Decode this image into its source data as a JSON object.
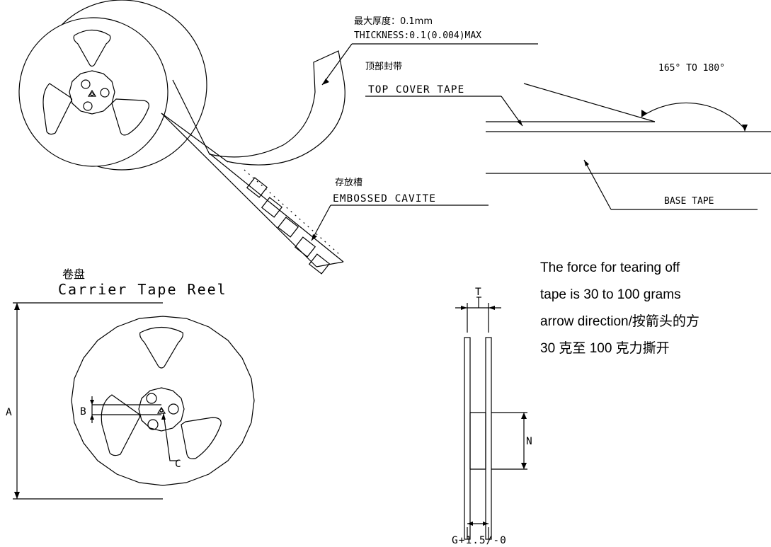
{
  "labels": {
    "thickness_cn": "最大厚度：0.1mm",
    "thickness_en": "THICKNESS:0.1(0.004)MAX",
    "top_cover_cn": "顶部封带",
    "top_cover_en": "TOP COVER TAPE",
    "angle": "165° TO 180°",
    "cavity_cn": "存放槽",
    "cavity_en": "EMBOSSED CAVITE",
    "base_tape": "BASE TAPE",
    "reel_cn": "卷盘",
    "reel_en": "Carrier Tape Reel",
    "dim_a": "A",
    "dim_b": "B",
    "dim_c": "C",
    "dim_t": "T",
    "dim_n": "N",
    "dim_g": "G+1.5/-0"
  },
  "note": {
    "line1": "The  force  for  tearing  off",
    "line2": "tape  is  30  to  100  grams",
    "line3": "arrow direction/按箭头的方",
    "line4": "30 克至 100 克力撕开"
  }
}
